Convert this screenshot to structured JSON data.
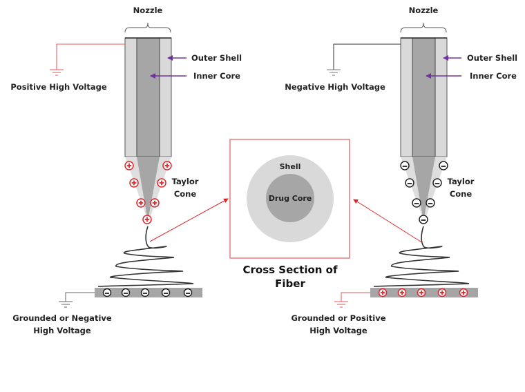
{
  "colors": {
    "red": "#e0262b",
    "wire_red": "#e05a5a",
    "purple": "#7030a0",
    "outer_shell": "#d9d9d9",
    "inner_core": "#a6a6a6",
    "collector": "#a6a6a6",
    "text": "#222222"
  },
  "left_setup": {
    "nozzle_label": "Nozzle",
    "outer_shell_label": "Outer Shell",
    "inner_core_label": "Inner Core",
    "voltage_label": "Positive High Voltage",
    "taylor_cone_label": [
      "Taylor",
      "Cone"
    ],
    "cone_charge": "positive",
    "cone_charge_count": 7,
    "collector_charge": "negative",
    "collector_charge_count": 5,
    "collector_label": [
      "Grounded or Negative",
      "High Voltage"
    ]
  },
  "right_setup": {
    "nozzle_label": "Nozzle",
    "outer_shell_label": "Outer Shell",
    "inner_core_label": "Inner Core",
    "voltage_label": "Negative High Voltage",
    "taylor_cone_label": [
      "Taylor",
      "Cone"
    ],
    "cone_charge": "negative",
    "cone_charge_count": 7,
    "collector_charge": "positive",
    "collector_charge_count": 5,
    "collector_label": [
      "Grounded or Positive",
      "High Voltage"
    ]
  },
  "cross_section": {
    "shell_label": "Shell",
    "core_label": "Drug Core",
    "caption": [
      "Cross Section of",
      "Fiber"
    ]
  }
}
